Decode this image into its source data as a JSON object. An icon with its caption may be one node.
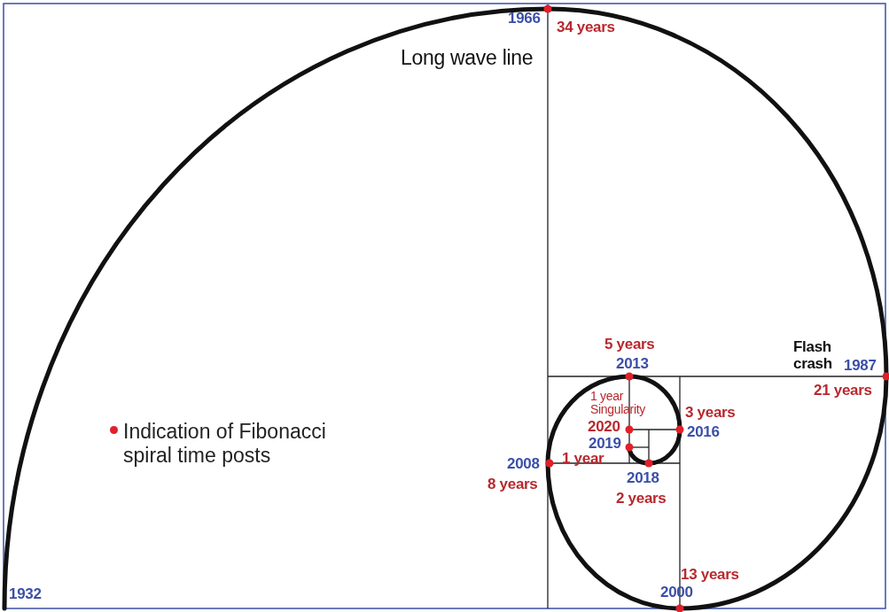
{
  "diagram": {
    "labels": [
      "1966",
      "34 years",
      "Long wave line",
      "Flash crash",
      "5 years",
      "2013",
      "1987",
      "21 years",
      "1 year Singularity",
      "3 years",
      "2020",
      "2016",
      "2019",
      "2008",
      "1 year",
      "2018",
      "8 years",
      "2 years",
      "13 years",
      "2000",
      "1932"
    ],
    "legend": [
      {
        "text": "Indication of Fibonacci spiral time posts",
        "color": "#e0202a"
      }
    ]
  }
}
